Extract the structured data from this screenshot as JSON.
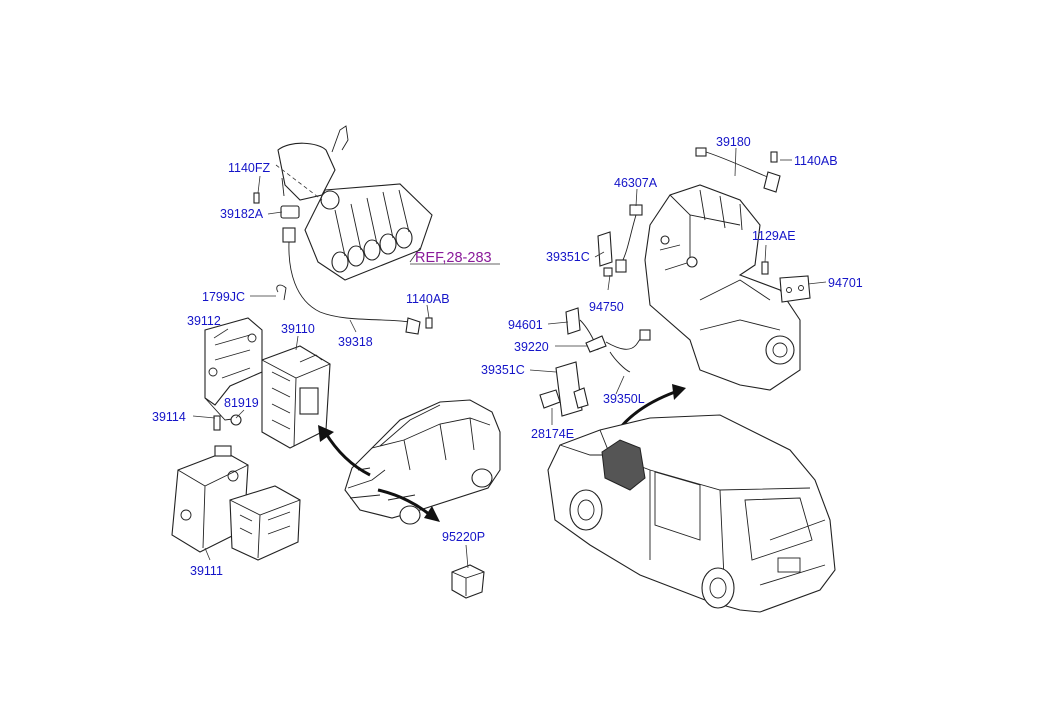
{
  "diagram": {
    "parts": [
      {
        "id": "p1140FZ",
        "number": "1140FZ"
      },
      {
        "id": "p39182A",
        "number": "39182A"
      },
      {
        "id": "p1799JC",
        "number": "1799JC"
      },
      {
        "id": "p39112",
        "number": "39112"
      },
      {
        "id": "p39110",
        "number": "39110"
      },
      {
        "id": "p39114",
        "number": "39114"
      },
      {
        "id": "p81919",
        "number": "81919"
      },
      {
        "id": "p39111",
        "number": "39111"
      },
      {
        "id": "p39318",
        "number": "39318"
      },
      {
        "id": "p1140AB_left",
        "number": "1140AB"
      },
      {
        "id": "p95220P",
        "number": "95220P"
      },
      {
        "id": "p39180",
        "number": "39180"
      },
      {
        "id": "p1140AB_right",
        "number": "1140AB"
      },
      {
        "id": "p46307A",
        "number": "46307A"
      },
      {
        "id": "p39351C_top",
        "number": "39351C"
      },
      {
        "id": "p1129AE",
        "number": "1129AE"
      },
      {
        "id": "p94701",
        "number": "94701"
      },
      {
        "id": "p94750",
        "number": "94750"
      },
      {
        "id": "p94601",
        "number": "94601"
      },
      {
        "id": "p39220",
        "number": "39220"
      },
      {
        "id": "p39351C_bottom",
        "number": "39351C"
      },
      {
        "id": "p39350L",
        "number": "39350L"
      },
      {
        "id": "p28174E",
        "number": "28174E"
      }
    ],
    "reference": "REF,28-283"
  },
  "colors": {
    "part_number": "#1414c8",
    "reference": "#8a1a9a",
    "line": "#222222"
  }
}
